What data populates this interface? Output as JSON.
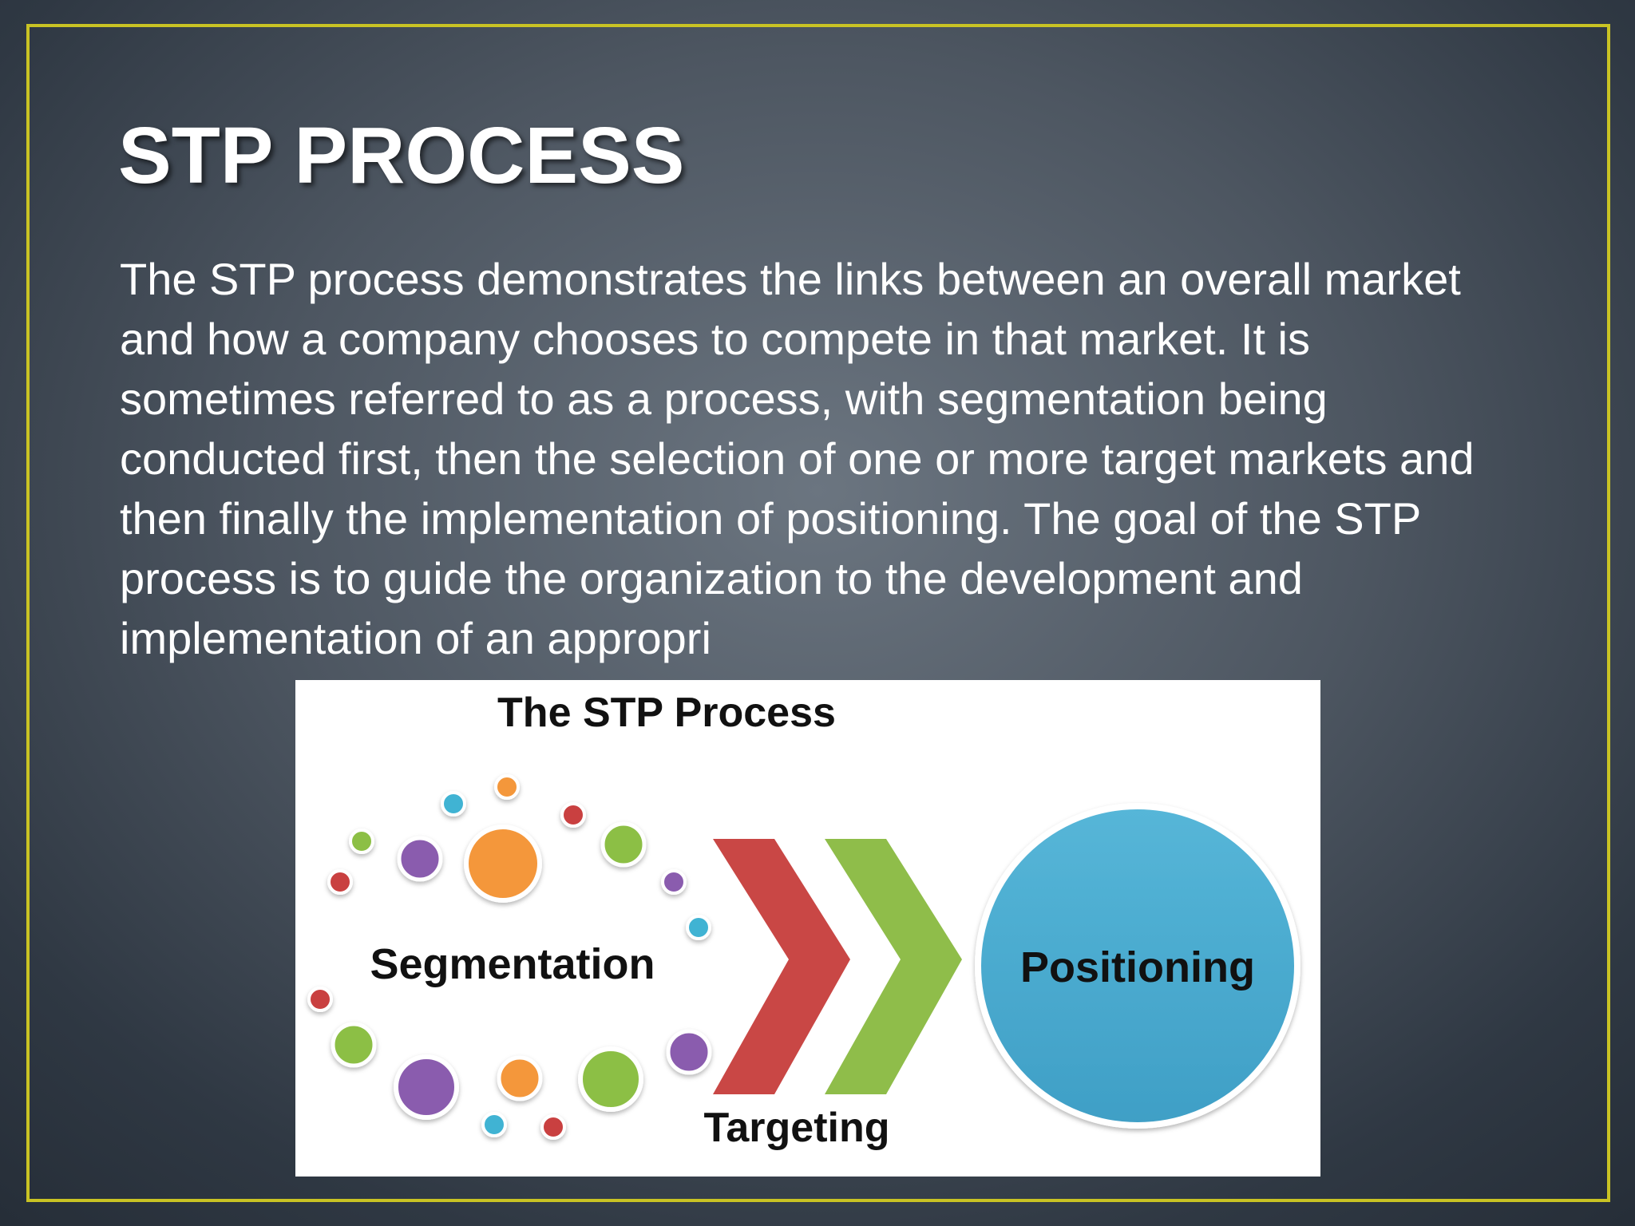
{
  "slide": {
    "title": "STP PROCESS",
    "body": "The STP process demonstrates the links between an overall market and how a company chooses to compete in that market. It is sometimes referred to as a process, with segmentation being conducted first, then the selection of one or more target markets and then finally the implementation of positioning. The goal of the STP process is to guide the organization to the development and implementation of an appropri"
  },
  "diagram": {
    "title": "The STP Process",
    "segmentation_label": "Segmentation",
    "targeting_label": "Targeting",
    "positioning_label": "Positioning",
    "colors": {
      "orange": "#f4973a",
      "purple": "#8a5bae",
      "green": "#8cbf44",
      "red": "#c9403f",
      "blue": "#3fb3d3",
      "chevron_red": "#c94745",
      "chevron_green": "#8fbd4a",
      "positioning_circle": "#4aadd1"
    }
  }
}
